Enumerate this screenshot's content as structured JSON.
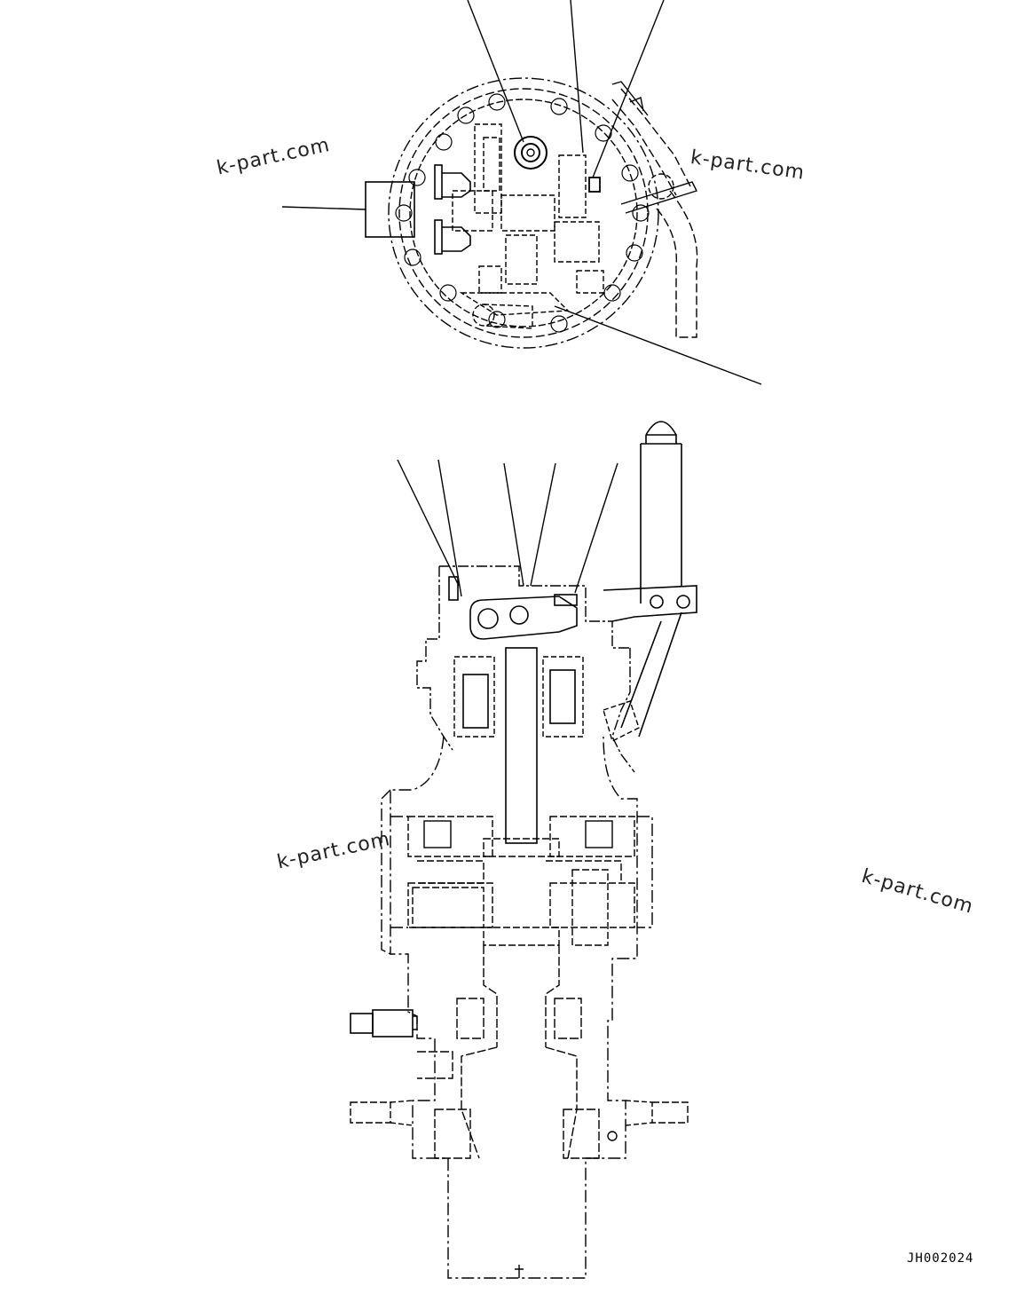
{
  "watermarks": [
    "k-part.com",
    "k-part.com",
    "k-part.com",
    "k-part.com"
  ],
  "drawing_code": "JH002024",
  "icons": [
    "leader-line",
    "motor-top-view",
    "motor-side-section"
  ]
}
